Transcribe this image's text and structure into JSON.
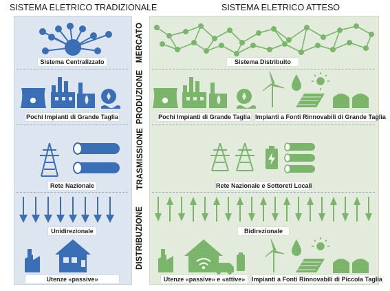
{
  "headers": {
    "left": "SISTEMA ELETRICO TRADIZIONALE",
    "right": "SISTEMA ELETRICO ATTESO"
  },
  "sections": {
    "mercato": "MERCATO",
    "produzione": "PRODUZIONE",
    "trasmissione": "TRASMISSIONE",
    "distribuzione": "DISTRIBUZIONE"
  },
  "left": {
    "mercato_label": "Sistema Centralizzato",
    "produzione_label": "Pochi Impianti di Grande Taglia",
    "trasmissione_label": "Rete Nazionale",
    "distribuzione_label": "Unidirezionale",
    "utenze_label": "Utenze «passive»"
  },
  "right": {
    "mercato_label": "Sistema Distribuito",
    "produzione_label_1": "Pochi Impianti di Grande Taglia",
    "produzione_label_2": "Impianti a Fonti Rinnovabili di Grande Taglia",
    "trasmissione_label": "Rete Nazionale e Sottoreti Locali",
    "distribuzione_label": "Bidirezionale",
    "utenze_label": "Utenze «passive» e «attive»",
    "rinnovabili_label": "Impianti a Fonti Rinnovabili di Piccola Taglia"
  },
  "colors": {
    "left_panel": "#dde6f0",
    "right_panel": "#e2ebdc",
    "blue_icon": "#3b6fb5",
    "green_icon": "#7bb56c"
  }
}
